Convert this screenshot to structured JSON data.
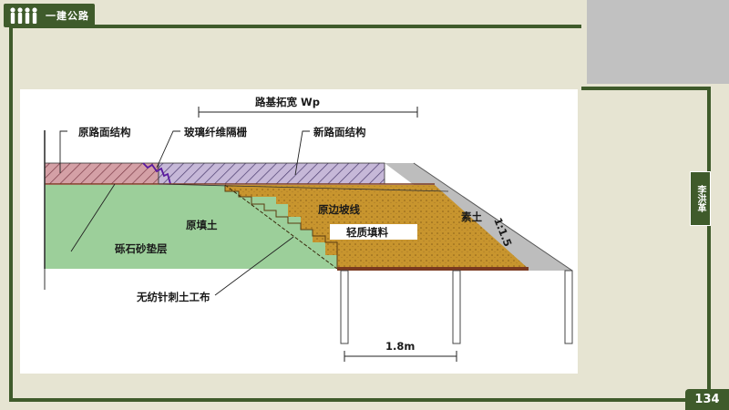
{
  "header": {
    "logo_text": "一建公路",
    "logo_icon": "people-group-icon"
  },
  "author": "李洪革",
  "page_number": "134",
  "colors": {
    "frame": "#3f5b2b",
    "old_fill": "#9ccf9a",
    "new_fill": "#c8952e",
    "soil": "#bdbdbd",
    "pavement_old": "#d4a0a6",
    "pavement_new": "#b8a8c8"
  },
  "diagram": {
    "width_label": "路基拓宽 Wp",
    "old_pavement": "原路面结构",
    "geogrid": "玻璃纤维隔栅",
    "new_pavement": "新路面结构",
    "slope_ratio": "1:1.5",
    "original_fill": "原填土",
    "original_slope": "原边坡线",
    "lightweight_fill": "轻质填料",
    "plain_soil": "素土",
    "gravel_cushion": "砾石砂垫层",
    "geotextile": "无纺针刺土工布",
    "pile_spacing": "1.8m"
  }
}
